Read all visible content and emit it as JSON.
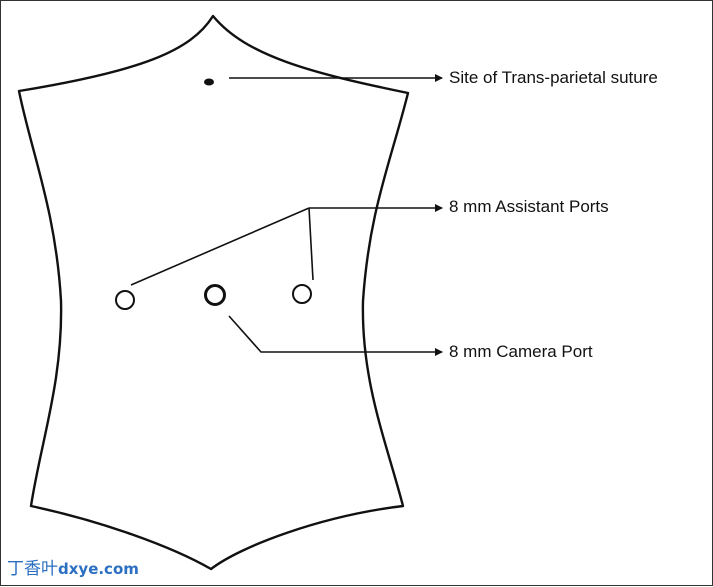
{
  "labels": {
    "suture": "Site of Trans-parietal suture",
    "assistant_ports": "8 mm Assistant Ports",
    "camera_port": "8 mm Camera Port"
  },
  "watermark": {
    "cn": "丁香叶",
    "en": "dxye.com"
  },
  "colors": {
    "stroke": "#111111",
    "watermark": "#2a6fc2"
  }
}
